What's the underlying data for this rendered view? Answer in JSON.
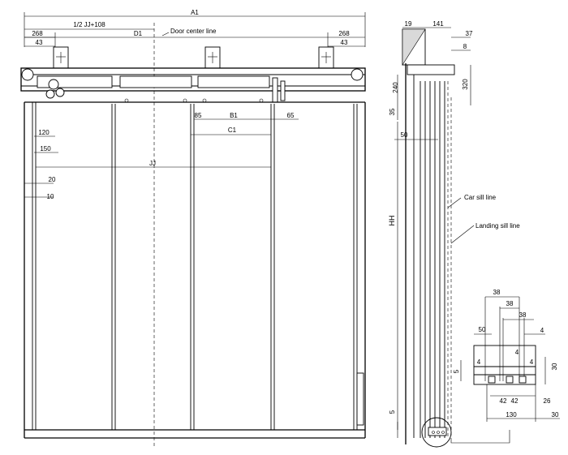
{
  "front": {
    "a1": "A1",
    "half_jj": "1/2 JJ+108",
    "d1": "D1",
    "door_center_line": "Door center line",
    "d268_left": "268",
    "d43_left": "43",
    "d268_right": "268",
    "d43_right": "43",
    "d85": "85",
    "b1": "B1",
    "d65": "65",
    "c1": "C1",
    "d120": "120",
    "d150": "150",
    "jj": "JJ",
    "d20": "20",
    "d10": "10"
  },
  "side": {
    "d19": "19",
    "d141": "141",
    "d37": "37",
    "d8": "8",
    "d240": "240",
    "d320": "320",
    "d35": "35",
    "d50": "50",
    "hh": "HH",
    "car_sill_line": "Car sill line",
    "landing_sill_line": "Landing sill line",
    "d5": "5"
  },
  "detail": {
    "d38_a": "38",
    "d38_b": "38",
    "d38_c": "38",
    "d50": "50",
    "d4_top": "4",
    "d4_mid": "4",
    "d4_left": "4",
    "d4_right": "4",
    "d5": "5",
    "d30_right": "30",
    "d42_a": "42",
    "d42_b": "42",
    "d26": "26",
    "d130": "130",
    "d30_bottom": "30"
  }
}
